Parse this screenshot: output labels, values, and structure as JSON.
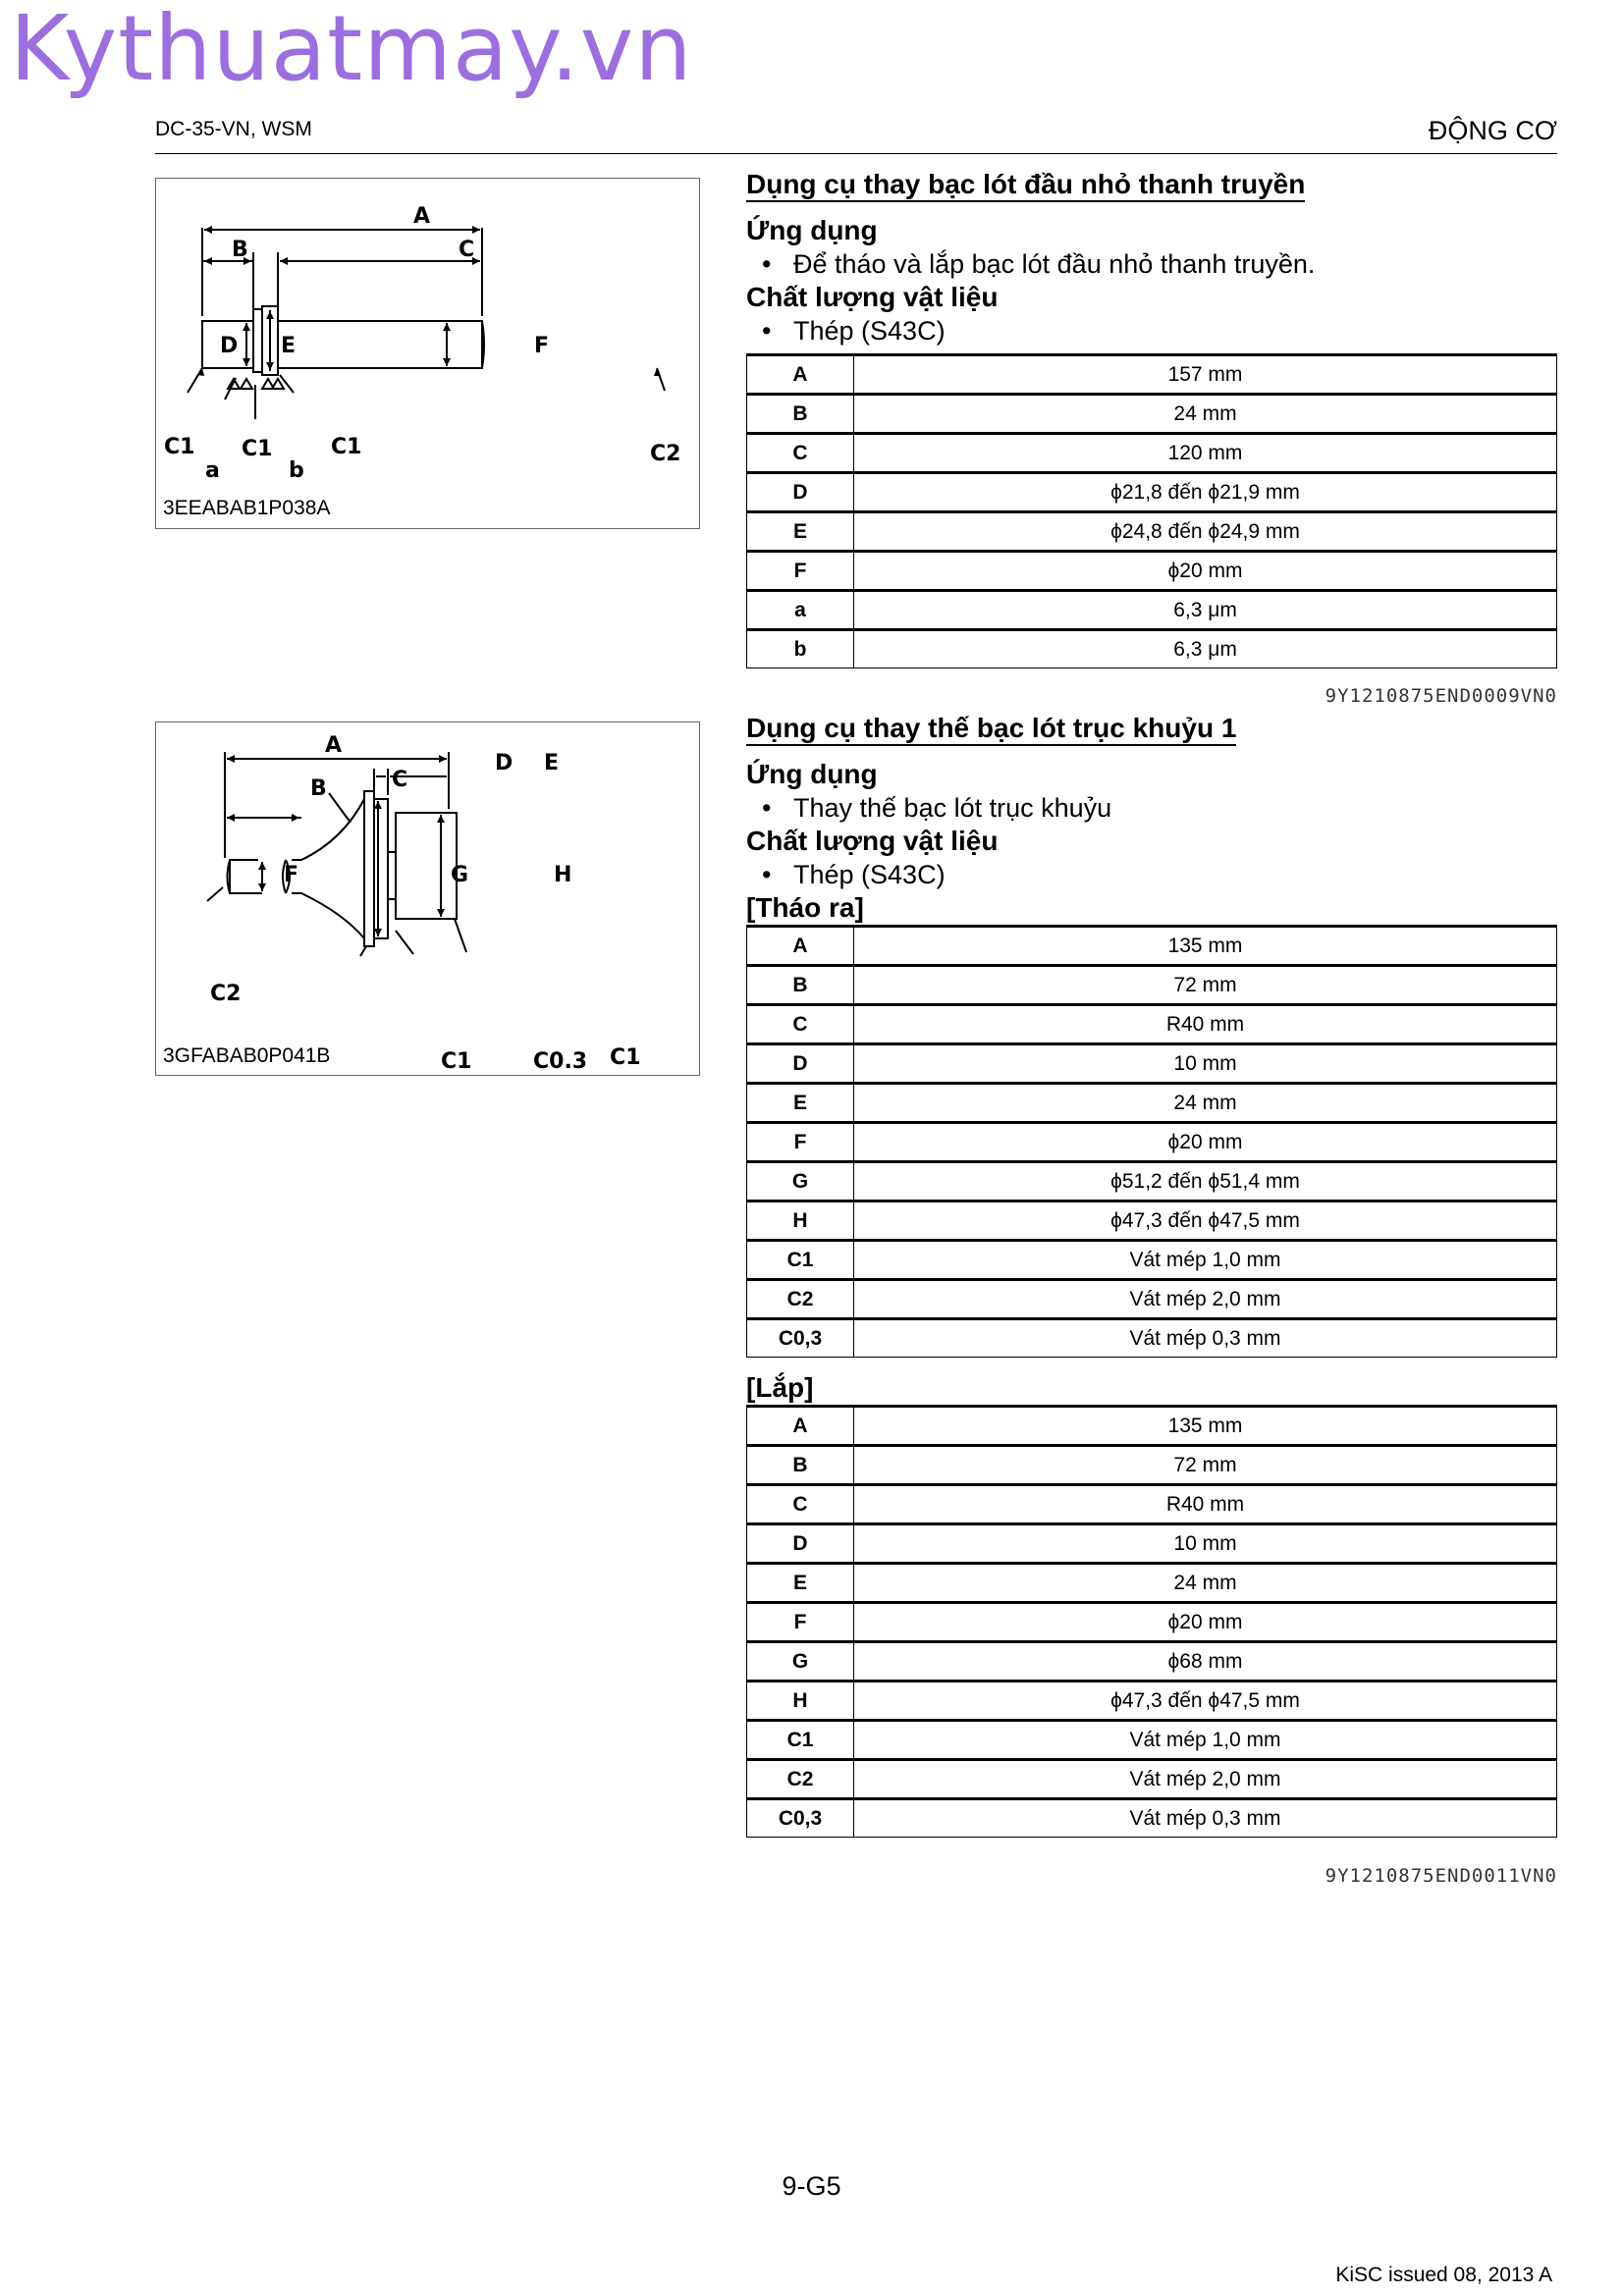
{
  "watermark": "Kythuatmay.vn",
  "header": {
    "left": "DC-35-VN, WSM",
    "right": "ĐỘNG CƠ"
  },
  "figure1": {
    "code": "3EEABAB1P038A",
    "labels": [
      "A",
      "B",
      "C",
      "D",
      "E",
      "F",
      "C1",
      "C1",
      "C1",
      "C2",
      "a",
      "b"
    ]
  },
  "figure2": {
    "code": "3GFABAB0P041B",
    "labels": [
      "A",
      "B",
      "C",
      "D",
      "E",
      "F",
      "G",
      "H",
      "C2",
      "C1",
      "C0.3",
      "C1"
    ]
  },
  "section1": {
    "title": "Dụng cụ thay bạc lót đầu nhỏ thanh truyền",
    "application_heading": "Ứng dụng",
    "application_text": "Để tháo và lắp bạc lót đầu nhỏ thanh truyền.",
    "material_heading": "Chất lượng vật liệu",
    "material_text": "Thép (S43C)",
    "rows": [
      {
        "k": "A",
        "v": "157 mm"
      },
      {
        "k": "B",
        "v": "24 mm"
      },
      {
        "k": "C",
        "v": "120 mm"
      },
      {
        "k": "D",
        "v": "ϕ21,8 đến ϕ21,9 mm"
      },
      {
        "k": "E",
        "v": "ϕ24,8 đến ϕ24,9 mm"
      },
      {
        "k": "F",
        "v": "ϕ20 mm"
      },
      {
        "k": "a",
        "v": "6,3 μm"
      },
      {
        "k": "b",
        "v": "6,3 μm"
      }
    ],
    "ref": "9Y1210875END0009VN0"
  },
  "section2": {
    "title": "Dụng cụ thay thế bạc lót trục khuỷu 1",
    "application_heading": "Ứng dụng",
    "application_text": "Thay thế bạc lót trục khuỷu",
    "material_heading": "Chất lượng vật liệu",
    "material_text": "Thép (S43C)",
    "removal_heading": "[Tháo ra]",
    "removal_rows": [
      {
        "k": "A",
        "v": "135 mm"
      },
      {
        "k": "B",
        "v": "72 mm"
      },
      {
        "k": "C",
        "v": "R40 mm"
      },
      {
        "k": "D",
        "v": "10 mm"
      },
      {
        "k": "E",
        "v": "24 mm"
      },
      {
        "k": "F",
        "v": "ϕ20 mm"
      },
      {
        "k": "G",
        "v": "ϕ51,2 đến ϕ51,4 mm"
      },
      {
        "k": "H",
        "v": "ϕ47,3 đến ϕ47,5 mm"
      },
      {
        "k": "C1",
        "v": "Vát mép 1,0 mm"
      },
      {
        "k": "C2",
        "v": "Vát mép 2,0 mm"
      },
      {
        "k": "C0,3",
        "v": "Vát mép 0,3 mm"
      }
    ],
    "install_heading": "[Lắp]",
    "install_rows": [
      {
        "k": "A",
        "v": "135 mm"
      },
      {
        "k": "B",
        "v": "72 mm"
      },
      {
        "k": "C",
        "v": "R40 mm"
      },
      {
        "k": "D",
        "v": "10 mm"
      },
      {
        "k": "E",
        "v": "24 mm"
      },
      {
        "k": "F",
        "v": "ϕ20 mm"
      },
      {
        "k": "G",
        "v": "ϕ68 mm"
      },
      {
        "k": "H",
        "v": "ϕ47,3 đến ϕ47,5 mm"
      },
      {
        "k": "C1",
        "v": "Vát mép 1,0 mm"
      },
      {
        "k": "C2",
        "v": "Vát mép 2,0 mm"
      },
      {
        "k": "C0,3",
        "v": "Vát mép 0,3 mm"
      }
    ],
    "ref": "9Y1210875END0011VN0"
  },
  "page_number": "9-G5",
  "footer": "KiSC issued 08, 2013 A"
}
